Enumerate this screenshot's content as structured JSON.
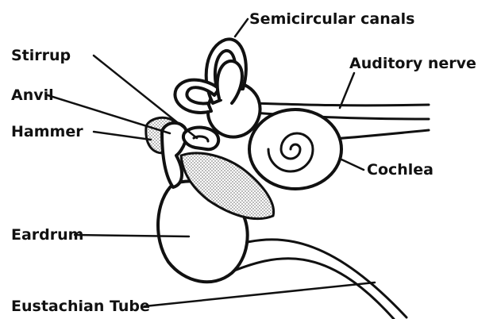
{
  "labels": {
    "semicircular_canals": "Semicircular canals",
    "stirrup": "Stirrup",
    "auditory_nerve": "Auditory nerve",
    "anvil": "Anvil",
    "hammer": "Hammer",
    "cochlea": "Cochlea",
    "eardrum": "Eardrum",
    "eustachian_tube": "Eustachian Tube"
  },
  "colors": {
    "ink": "#111111",
    "background": "#ffffff",
    "stipple": "#8a8a8a"
  }
}
